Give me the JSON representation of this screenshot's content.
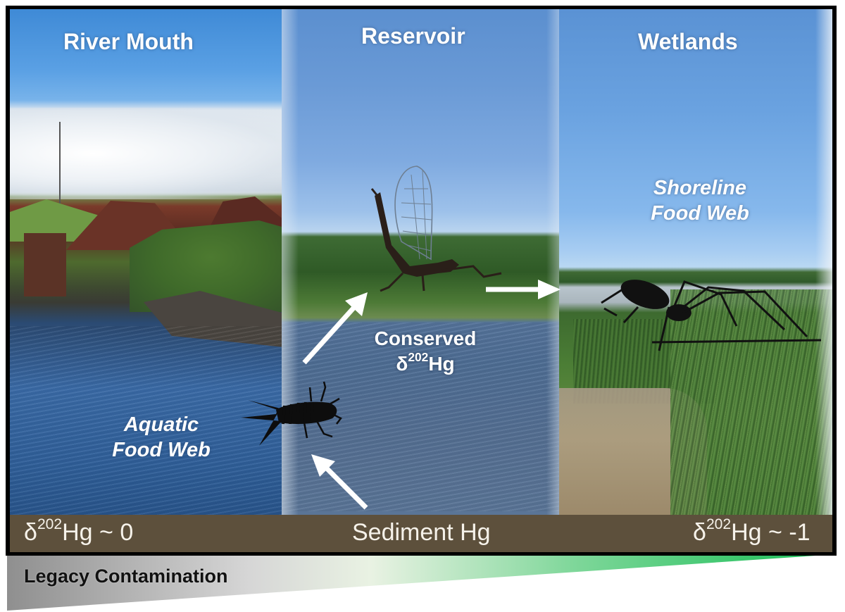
{
  "figure": {
    "type": "graphical-abstract",
    "colors": {
      "frame": "#000000",
      "sediment_bar": "#5d503c",
      "sediment_bar_text": "#f6f2ea",
      "label_text": "#ffffff",
      "wedge_start": "#8f8f8f",
      "wedge_mid": "#e9f2e3",
      "wedge_end": "#1fbf5a",
      "arrow": "#ffffff",
      "silhouette": "#111111"
    }
  },
  "panels": [
    {
      "id": "river-mouth",
      "title": "River Mouth",
      "food_web_label_line1": "Aquatic",
      "food_web_label_line2": "Food Web"
    },
    {
      "id": "reservoir",
      "title": "Reservoir",
      "center_label_line1": "Conserved",
      "center_label_delta": "δ",
      "center_label_sup": "202",
      "center_label_suffix": "Hg"
    },
    {
      "id": "wetlands",
      "title": "Wetlands",
      "food_web_label_line1": "Shoreline",
      "food_web_label_line2": "Food Web"
    }
  ],
  "sediment_bar": {
    "left": {
      "delta": "δ",
      "sup": "202",
      "suffix": "Hg ~ 0"
    },
    "center": "Sediment Hg",
    "right": {
      "delta": "δ",
      "sup": "202",
      "suffix": "Hg ~ -1"
    }
  },
  "gradient_wedge": {
    "label": "Legacy Contamination"
  },
  "organisms": [
    {
      "name": "aquatic-larva",
      "panel": "river-mouth/reservoir"
    },
    {
      "name": "mayfly",
      "panel": "reservoir"
    },
    {
      "name": "spider",
      "panel": "wetlands"
    }
  ],
  "arrows": [
    {
      "name": "sediment-to-larva",
      "direction": "up-left"
    },
    {
      "name": "larva-to-mayfly",
      "direction": "up-right"
    },
    {
      "name": "mayfly-to-spider",
      "direction": "right"
    }
  ]
}
